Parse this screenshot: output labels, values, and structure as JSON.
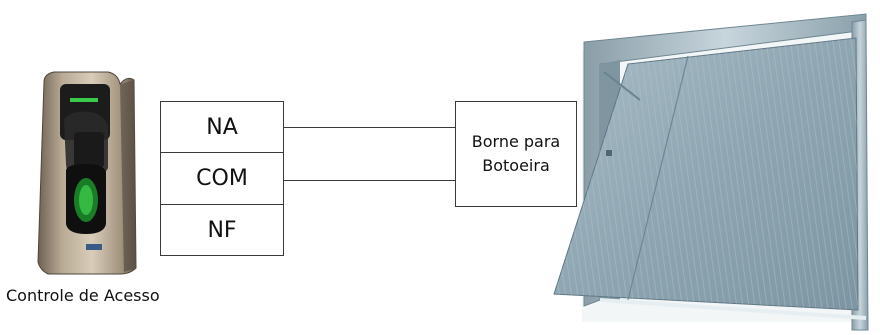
{
  "device": {
    "caption": "Controle de Acesso",
    "icon": "fingerprint-reader-icon"
  },
  "terminals": [
    {
      "label": "NA"
    },
    {
      "label": "COM"
    },
    {
      "label": "NF"
    }
  ],
  "connector": {
    "line1": "Borne para",
    "line2": "Botoeira"
  },
  "gate": {
    "icon": "garage-door-icon"
  }
}
